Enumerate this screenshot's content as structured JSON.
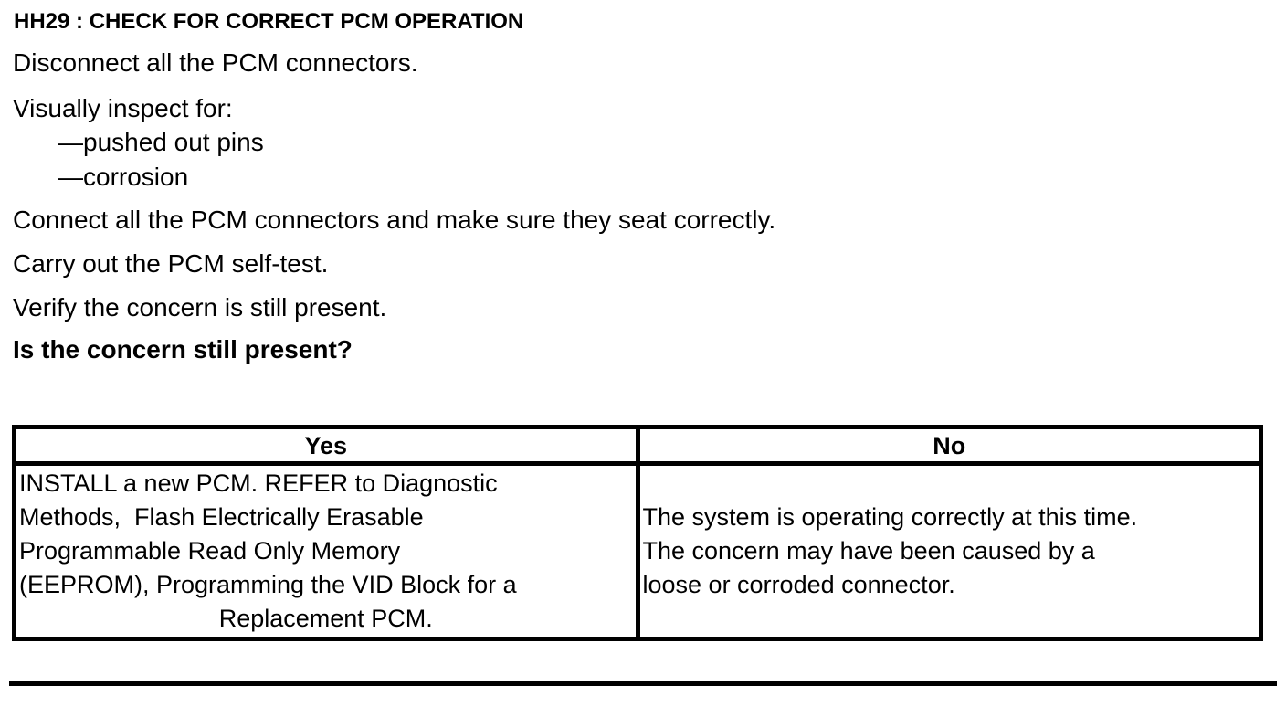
{
  "procedure": {
    "title": "HH29 : CHECK FOR CORRECT PCM OPERATION",
    "step_disconnect": "Disconnect all the PCM connectors.",
    "inspect_intro": "Visually inspect for:",
    "inspect_items": [
      "—pushed out pins",
      "—corrosion"
    ],
    "step_connect": "Connect all the PCM connectors and make sure they seat correctly.",
    "step_selftest": "Carry out the PCM self-test.",
    "step_verify": "Verify the concern is still present.",
    "question": "Is the concern still present?"
  },
  "results_table": {
    "yes_header": "Yes",
    "no_header": "No",
    "yes_action_lines": [
      "INSTALL a new PCM. REFER to Diagnostic",
      "Methods,  Flash Electrically Erasable",
      "Programmable Read Only Memory",
      "(EEPROM), Programming the VID Block for a"
    ],
    "yes_action_last_line": "Replacement PCM.",
    "no_action_lines": [
      "The system is operating correctly at this time.",
      "The concern may have been caused by a",
      "loose or corroded connector."
    ]
  },
  "colors": {
    "text": "#000000",
    "background": "#ffffff"
  }
}
